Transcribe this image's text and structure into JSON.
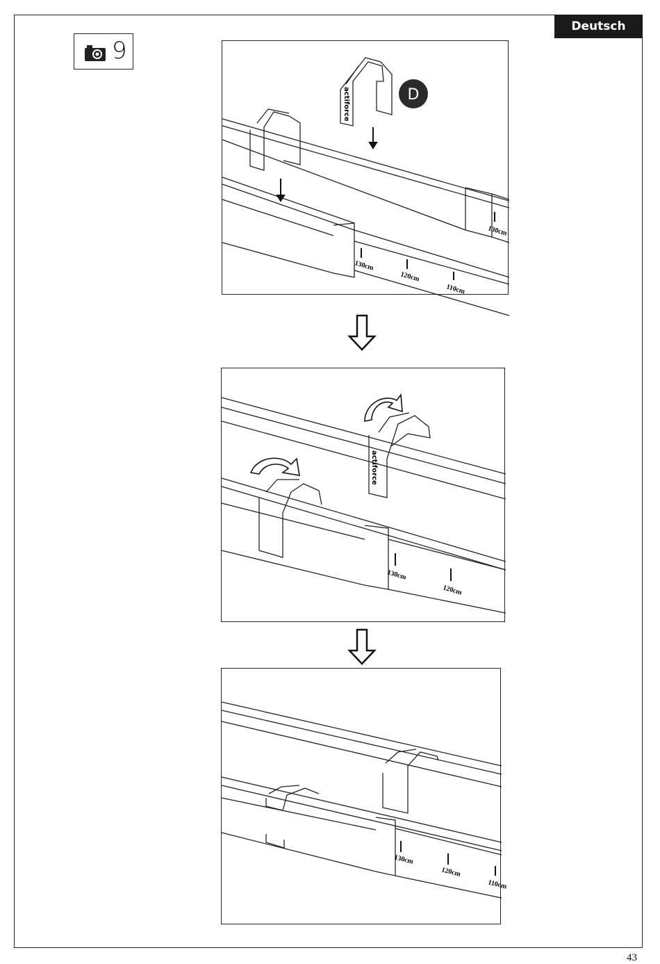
{
  "header": {
    "language": "Deutsch"
  },
  "step": {
    "number": "9",
    "icon": "camera-icon"
  },
  "panel1": {
    "part_label": "D",
    "brand": "actiforce",
    "scale_labels": [
      "130cm",
      "120cm",
      "110cm",
      "130cm"
    ]
  },
  "panel2": {
    "brand": "actiforce",
    "scale_labels": [
      "130cm",
      "120cm"
    ]
  },
  "panel3": {
    "scale_labels": [
      "130cm",
      "120cm",
      "110cm"
    ]
  },
  "footer": {
    "page_number": "43"
  }
}
